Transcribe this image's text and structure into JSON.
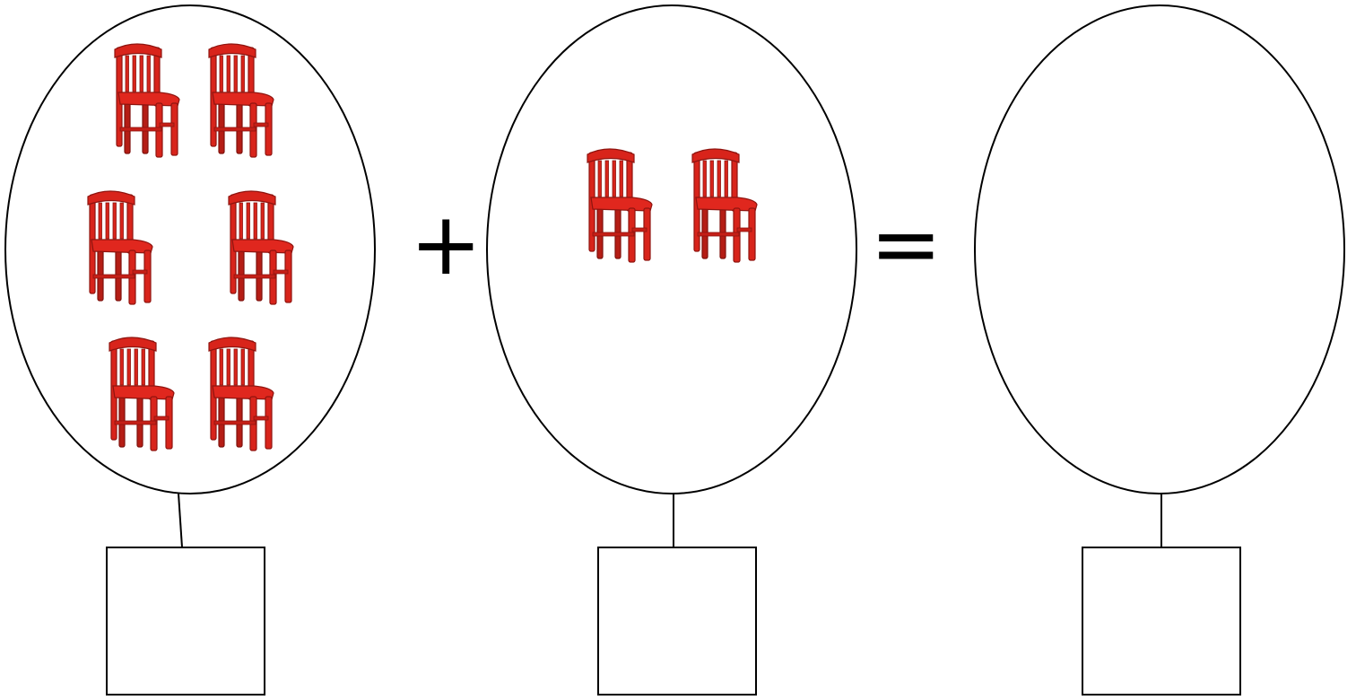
{
  "title": "",
  "operators": {
    "plus": "+",
    "equals": "="
  },
  "groups": [
    {
      "name": "group-1",
      "item": "chair",
      "count": 6,
      "answer_box": ""
    },
    {
      "name": "group-2",
      "item": "chair",
      "count": 2,
      "answer_box": ""
    },
    {
      "name": "group-result",
      "item": "chair",
      "count": null,
      "answer_box": ""
    }
  ],
  "colors": {
    "chair": "#d8241b",
    "chair_dark": "#8f140f",
    "outline": "#000000"
  },
  "icons": {
    "chair": "chair-icon"
  }
}
